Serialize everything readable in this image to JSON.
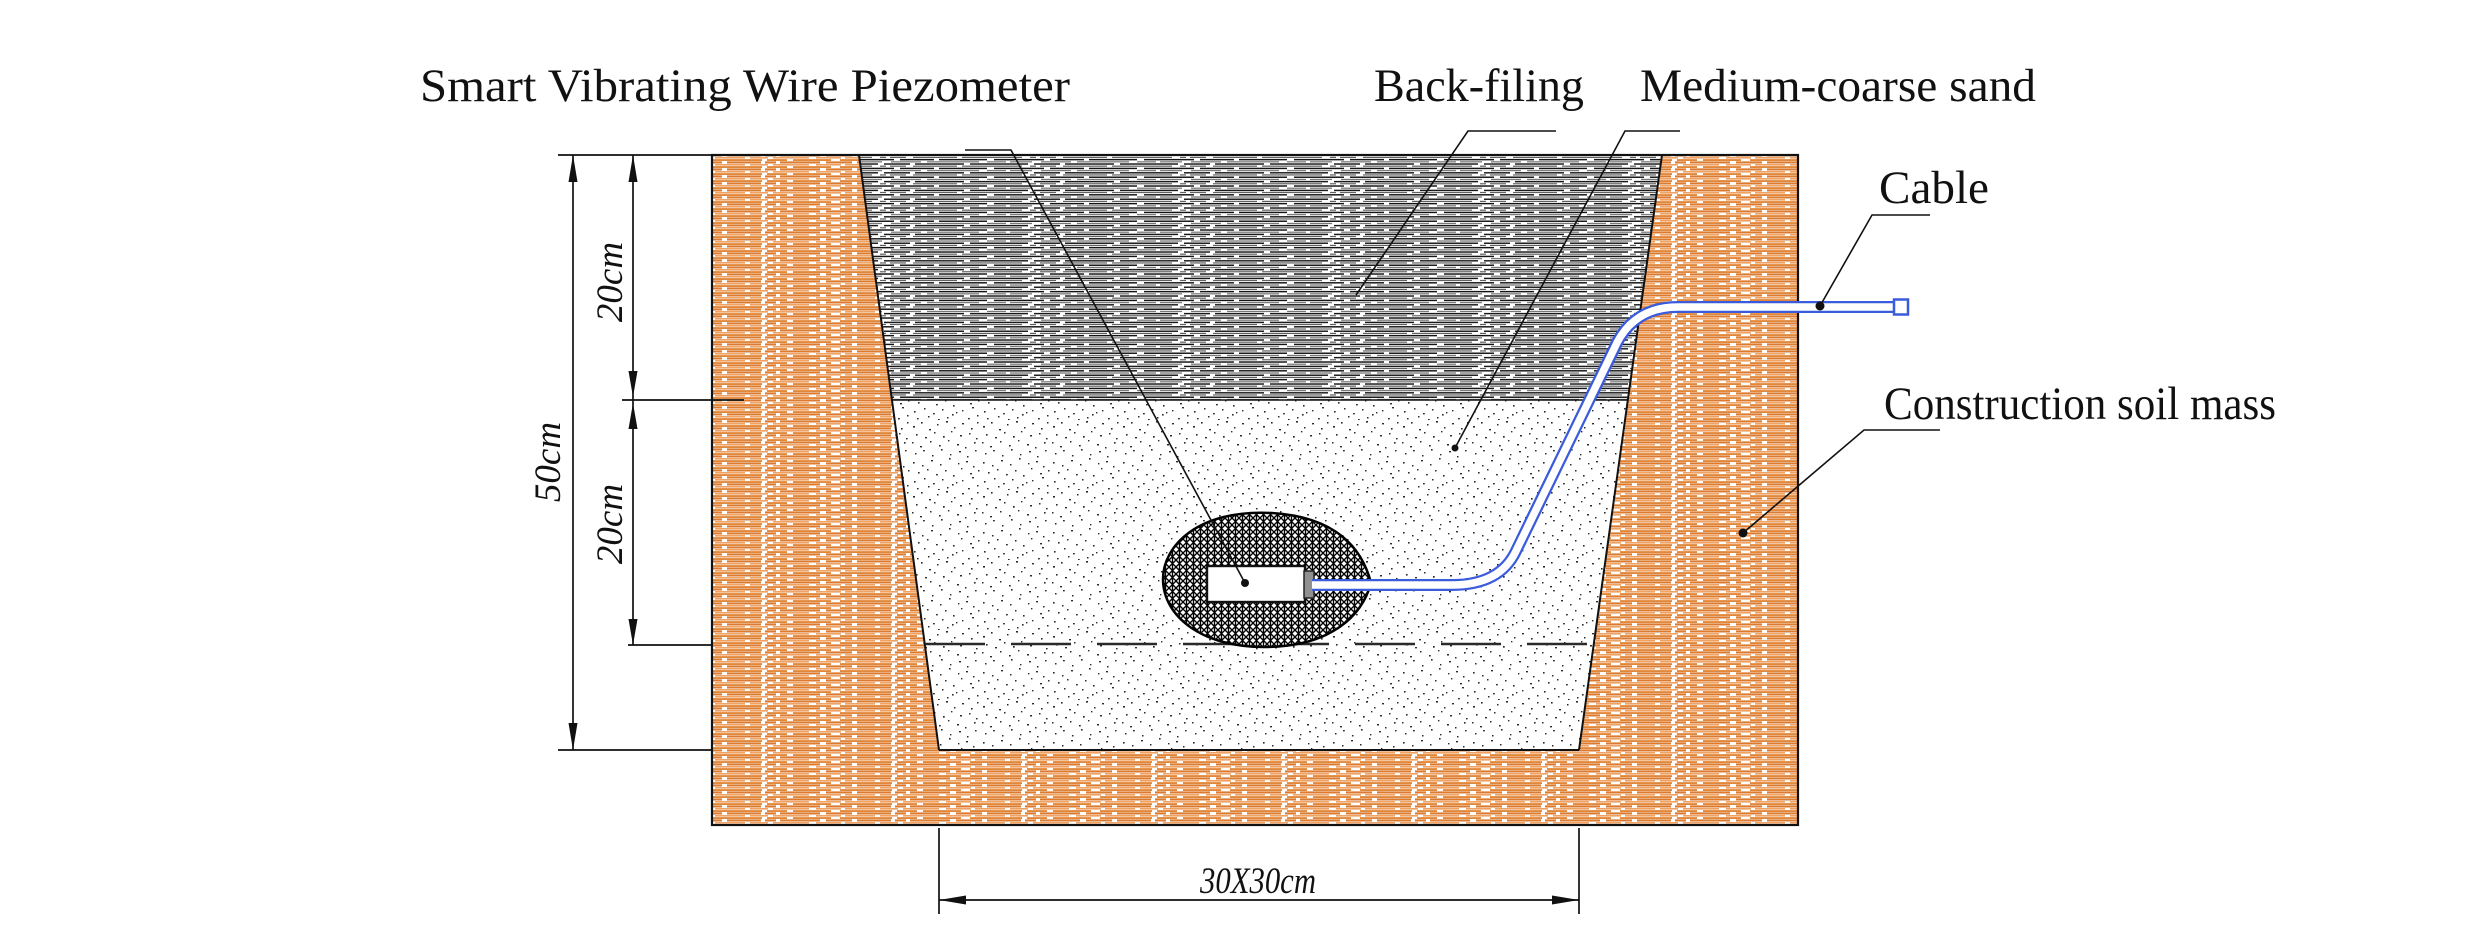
{
  "labels": {
    "piezometer": "Smart Vibrating Wire Piezometer",
    "backfilling": "Back-filing",
    "sand": "Medium-coarse sand",
    "cable": "Cable",
    "soil_mass": "Construction soil mass"
  },
  "dimensions": {
    "total_depth": "50cm",
    "upper_layer": "20cm",
    "lower_layer": "20cm",
    "pit_base": "30X30cm"
  },
  "colors": {
    "soil_hatch_orange": "#DC7B2F",
    "backfill_hatch_black": "#141414",
    "cable_blue": "#3A5BDC",
    "line_black": "#111111"
  }
}
